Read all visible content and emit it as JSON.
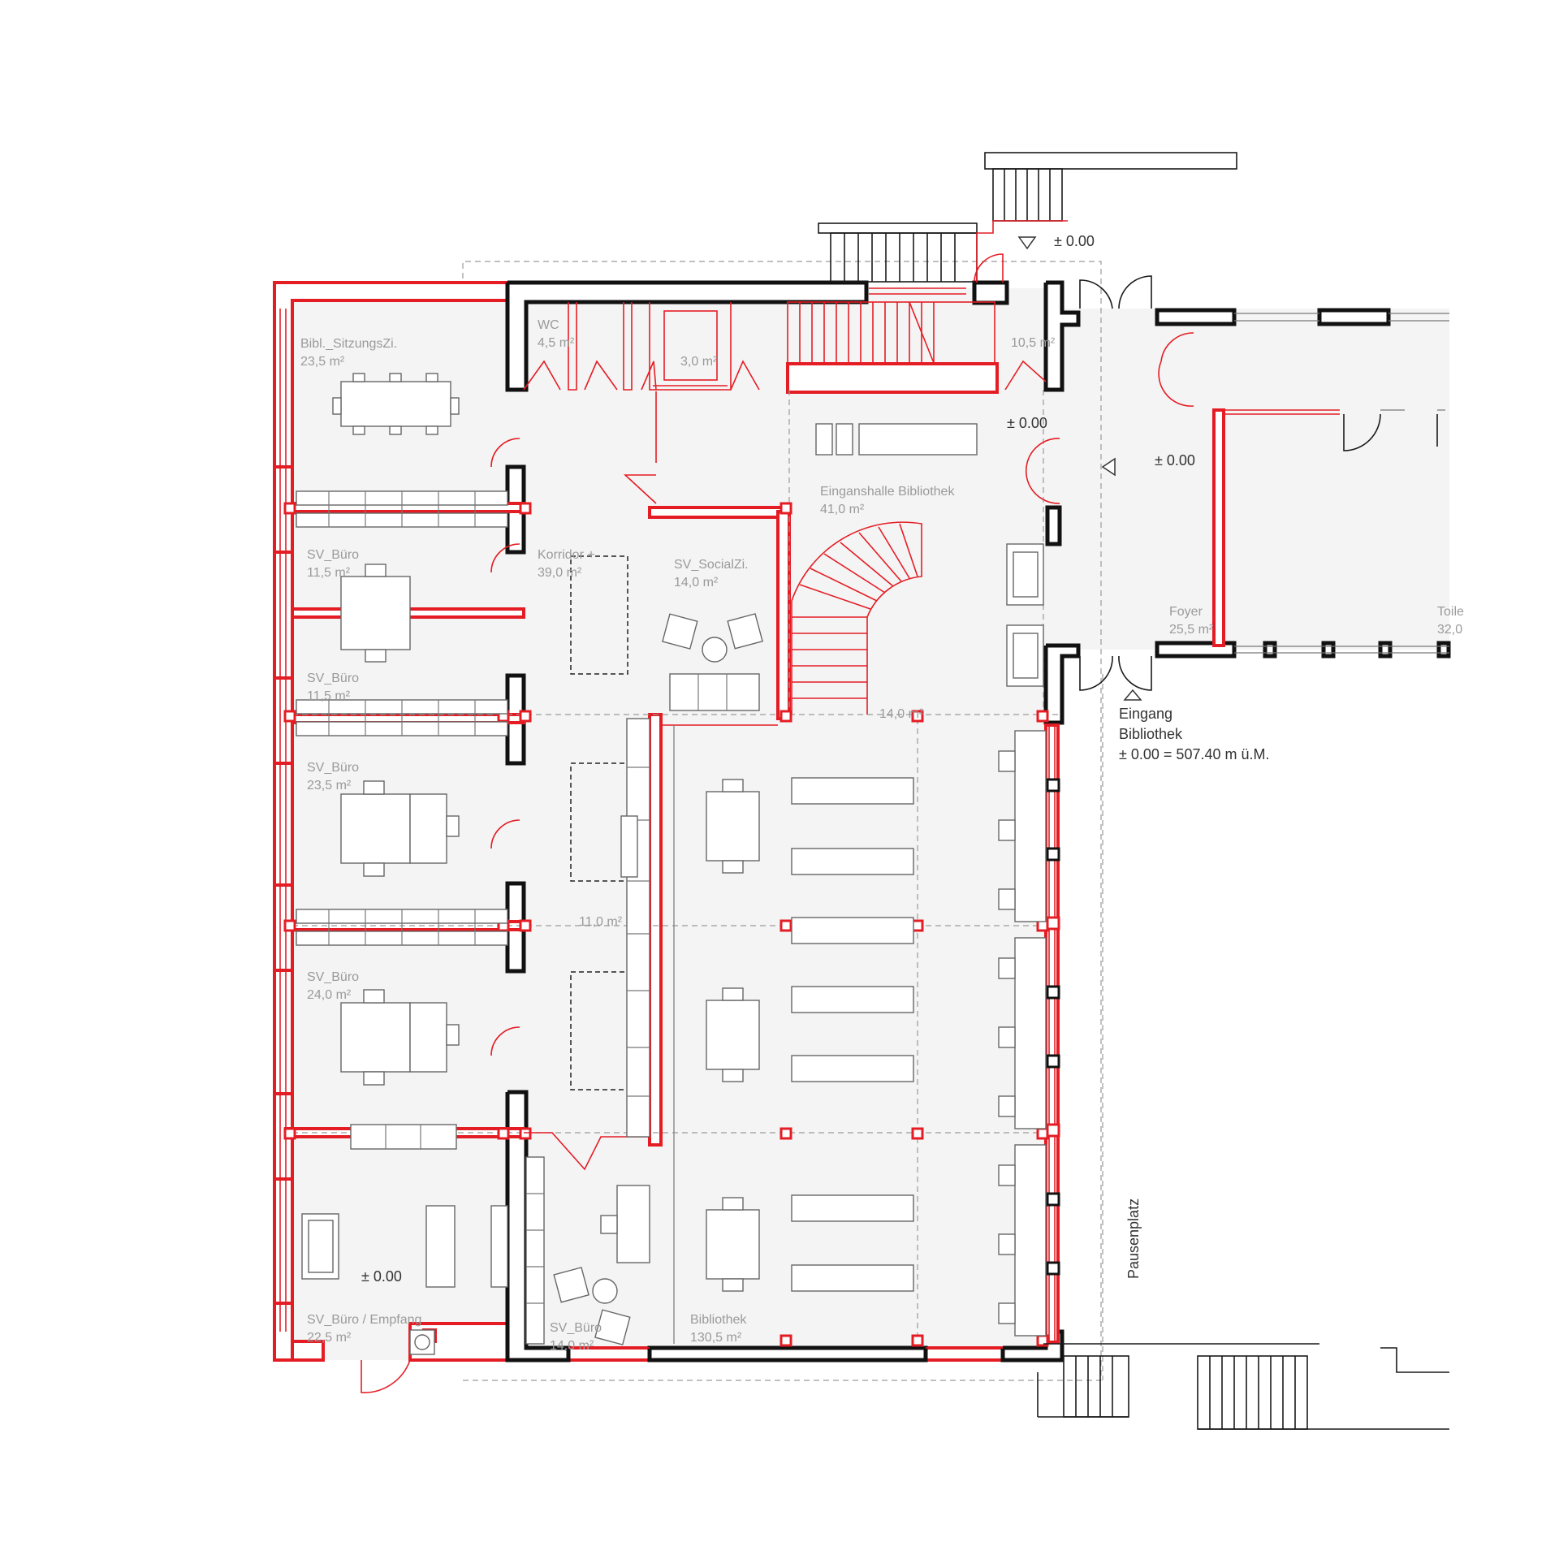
{
  "drawing": {
    "rooms": [
      {
        "name": "Bibl._SitzungsZi.",
        "area": "23,5 m²"
      },
      {
        "name": "WC",
        "area": "4,5 m²"
      },
      {
        "name": "",
        "area": "3,0 m²"
      },
      {
        "name": "",
        "area": "10,5 m²"
      },
      {
        "name": "Einganshalle Bibliothek",
        "area": "41,0 m²"
      },
      {
        "name": "SV_Büro",
        "area": "11,5 m²"
      },
      {
        "name": "Korridor +",
        "area": "39,0 m²"
      },
      {
        "name": "SV_SocialZi.",
        "area": "14,0 m²"
      },
      {
        "name": "SV_Büro",
        "area": "11,5 m²"
      },
      {
        "name": "",
        "area": "14,0 m²"
      },
      {
        "name": "SV_Büro",
        "area": "23,5 m²"
      },
      {
        "name": "",
        "area": "11,0 m²"
      },
      {
        "name": "SV_Büro",
        "area": "24,0 m²"
      },
      {
        "name": "SV_Büro / Empfang",
        "area": "22,5 m²"
      },
      {
        "name": "SV_Büro",
        "area": "14,0 m²"
      },
      {
        "name": "Bibliothek",
        "area": "130,5 m²"
      },
      {
        "name": "Foyer",
        "area": "25,5 m²"
      },
      {
        "name": "Toile",
        "area": "32,0"
      }
    ],
    "levels": [
      "± 0.00",
      "± 0.00",
      "± 0.00",
      "± 0.00"
    ],
    "entrance": {
      "line1": "Eingang",
      "line2": "Bibliothek",
      "line3": "± 0.00 = 507.40 m ü.M."
    },
    "outdoor_label": "Pausenplatz",
    "colors": {
      "existing_wall": "#111111",
      "new_wall": "#e41d25",
      "floor": "#f4f4f4",
      "label": "#9a9a9a"
    }
  }
}
